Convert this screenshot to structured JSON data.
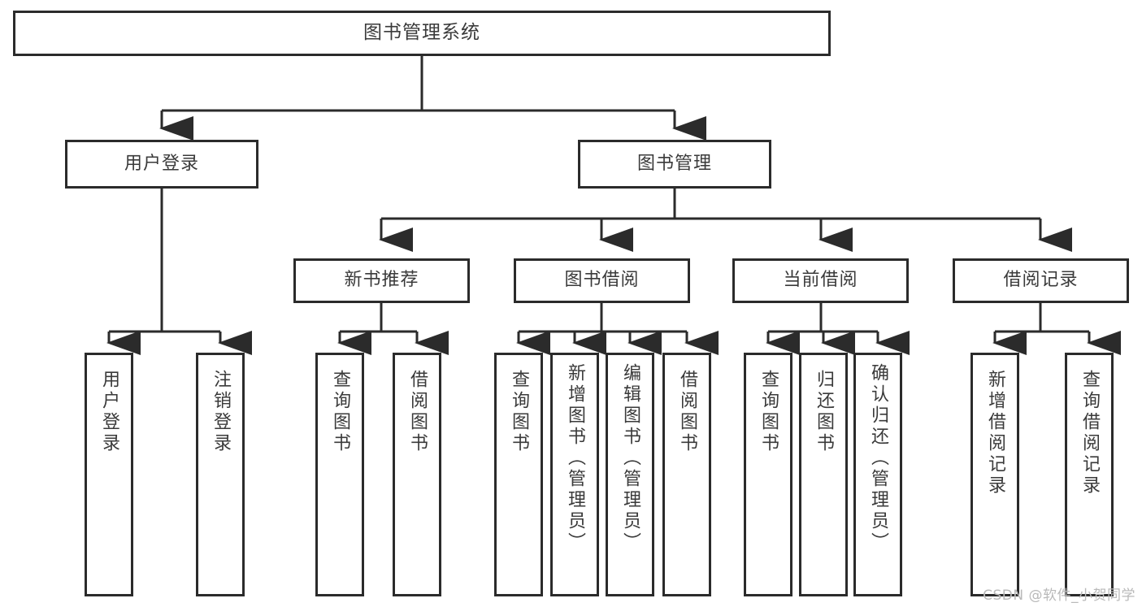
{
  "diagram": {
    "title": "图书管理系统",
    "watermark": "CSDN @软件_小贺同学",
    "stroke_color": "#2b2b2b",
    "text_color": "#3a3a3a",
    "background": "#ffffff",
    "nodes": {
      "root": {
        "label": "图书管理系统"
      },
      "level2": [
        {
          "id": "user-login",
          "label": "用户登录"
        },
        {
          "id": "book-management",
          "label": "图书管理"
        }
      ],
      "level3": [
        {
          "id": "new-book-recommend",
          "label": "新书推荐"
        },
        {
          "id": "book-borrow",
          "label": "图书借阅"
        },
        {
          "id": "current-borrow",
          "label": "当前借阅"
        },
        {
          "id": "borrow-record",
          "label": "借阅记录"
        }
      ],
      "leaves": {
        "user-login": [
          {
            "id": "leaf-user-login",
            "label": "用户登录"
          },
          {
            "id": "leaf-logout-login",
            "label": "注销登录"
          }
        ],
        "new-book-recommend": [
          {
            "id": "leaf-query-book-1",
            "label": "查询图书"
          },
          {
            "id": "leaf-borrow-book-1",
            "label": "借阅图书"
          }
        ],
        "book-borrow": [
          {
            "id": "leaf-query-book-2",
            "label": "查询图书"
          },
          {
            "id": "leaf-add-book-admin",
            "label": "新增图书（管理员）"
          },
          {
            "id": "leaf-edit-book-admin",
            "label": "编辑图书（管理员）"
          },
          {
            "id": "leaf-borrow-book-2",
            "label": "借阅图书"
          }
        ],
        "current-borrow": [
          {
            "id": "leaf-query-book-3",
            "label": "查询图书"
          },
          {
            "id": "leaf-return-book",
            "label": "归还图书"
          },
          {
            "id": "leaf-confirm-return-admin",
            "label": "确认归还（管理员）"
          }
        ],
        "borrow-record": [
          {
            "id": "leaf-add-borrow-record",
            "label": "新增借阅记录"
          },
          {
            "id": "leaf-query-borrow-record",
            "label": "查询借阅记录"
          }
        ]
      }
    }
  }
}
